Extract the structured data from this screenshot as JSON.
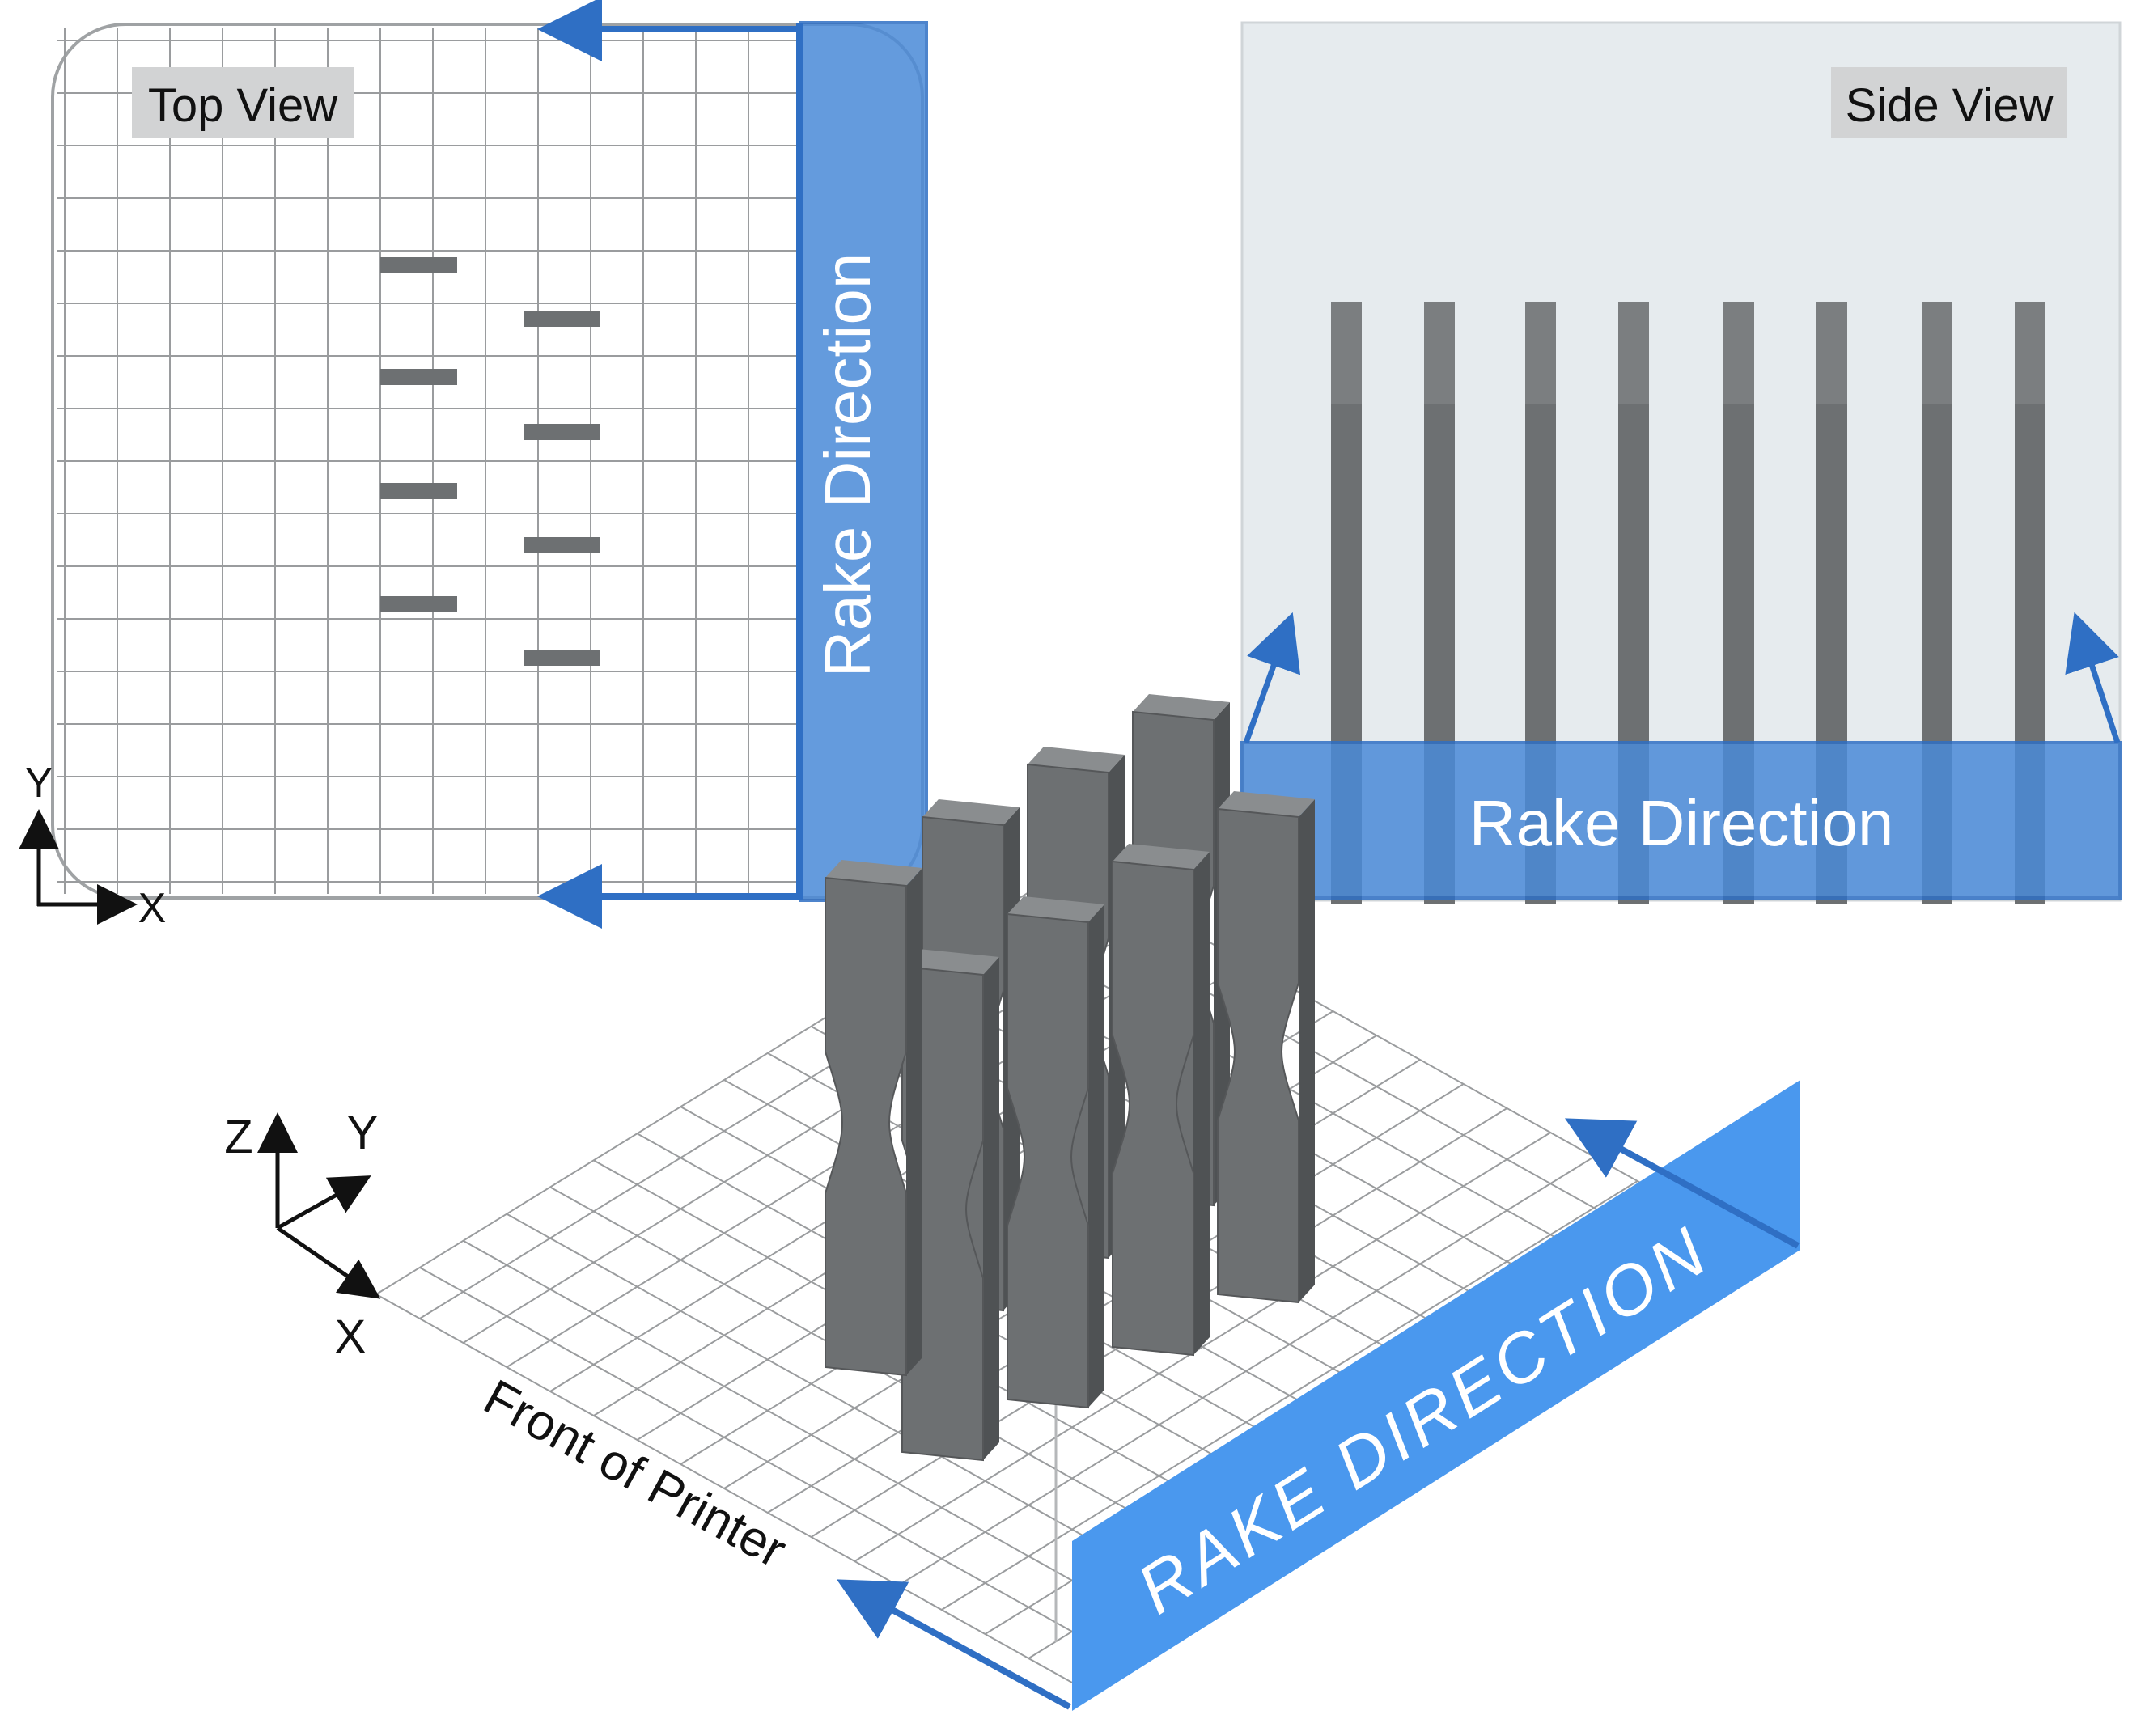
{
  "top_view": {
    "title": "Top View",
    "rake_label": "Rake Direction",
    "axis_y": "Y",
    "axis_x": "X"
  },
  "side_view": {
    "title": "Side View",
    "rake_label": "Rake Direction"
  },
  "iso_view": {
    "rake_label": "RAKE DIRECTION",
    "front_label": "Front of Printer",
    "axis_z": "Z",
    "axis_y": "Y",
    "axis_x": "X"
  },
  "colors": {
    "rake_blue": "#2f6fc4",
    "rake_fill": "#4a8ad8",
    "iso_rake_fill": "#4a98ee",
    "part_gray": "#6d7072",
    "grid_gray": "#9a9c9e",
    "side_bg": "#e6ebee"
  }
}
